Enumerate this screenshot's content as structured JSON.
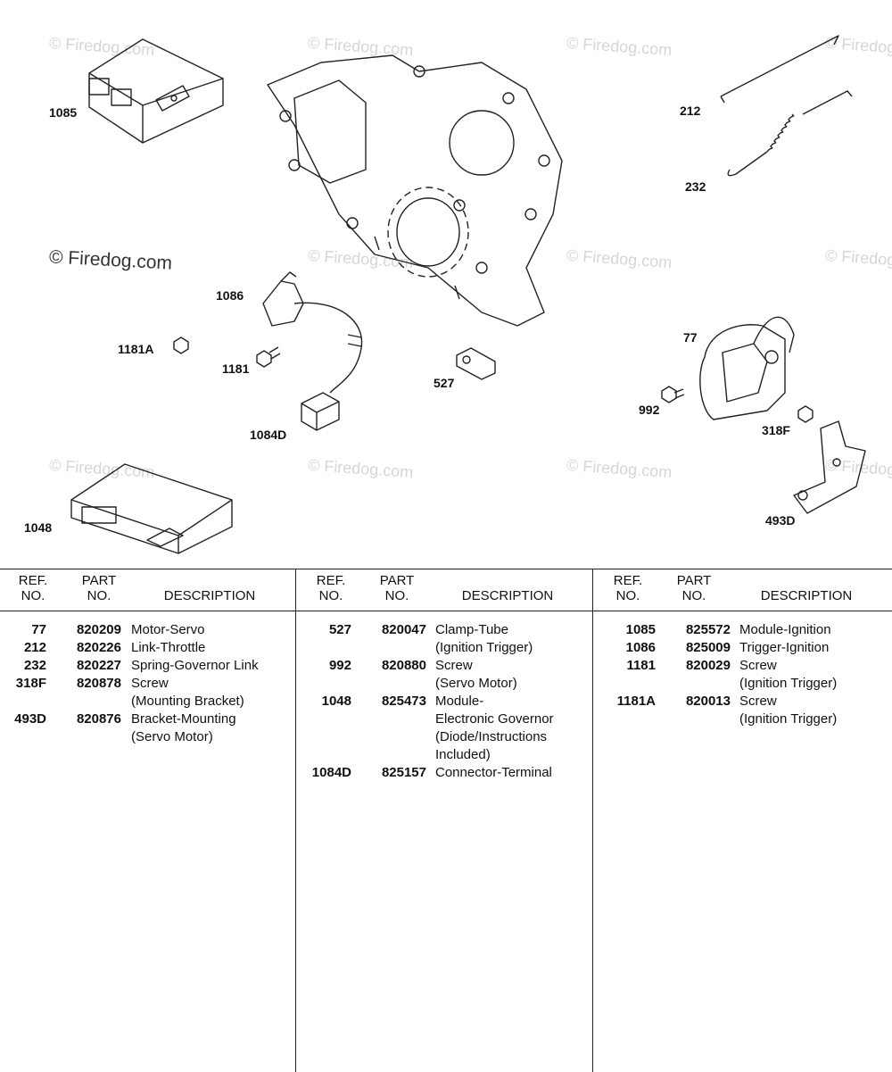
{
  "watermark": {
    "main": "© Firedog.com",
    "faint": "© Firedog.com"
  },
  "callouts": {
    "c1085": "1085",
    "c212": "212",
    "c232": "232",
    "c1086": "1086",
    "c1181A": "1181A",
    "c1181": "1181",
    "c527": "527",
    "c1084D": "1084D",
    "c77": "77",
    "c992": "992",
    "c318F": "318F",
    "c1048": "1048",
    "c493D": "493D"
  },
  "table": {
    "headers": {
      "ref": "REF.\nNO.",
      "part": "PART\nNO.",
      "desc": "DESCRIPTION"
    },
    "columns": [
      [
        {
          "ref": "77",
          "part": "820209",
          "desc": "Motor-Servo"
        },
        {
          "ref": "212",
          "part": "820226",
          "desc": "Link-Throttle"
        },
        {
          "ref": "232",
          "part": "820227",
          "desc": "Spring-Governor Link"
        },
        {
          "ref": "318F",
          "part": "820878",
          "desc": "Screw\n(Mounting Bracket)"
        },
        {
          "ref": "493D",
          "part": "820876",
          "desc": "Bracket-Mounting\n(Servo Motor)"
        }
      ],
      [
        {
          "ref": "527",
          "part": "820047",
          "desc": "Clamp-Tube\n(Ignition Trigger)"
        },
        {
          "ref": "992",
          "part": "820880",
          "desc": "Screw\n(Servo Motor)"
        },
        {
          "ref": "1048",
          "part": "825473",
          "desc": "Module-\nElectronic Governor\n(Diode/Instructions\nIncluded)"
        },
        {
          "ref": "1084D",
          "part": "825157",
          "desc": "Connector-Terminal"
        }
      ],
      [
        {
          "ref": "1085",
          "part": "825572",
          "desc": "Module-Ignition"
        },
        {
          "ref": "1086",
          "part": "825009",
          "desc": "Trigger-Ignition"
        },
        {
          "ref": "1181",
          "part": "820029",
          "desc": "Screw\n(Ignition Trigger)"
        },
        {
          "ref": "1181A",
          "part": "820013",
          "desc": "Screw\n(Ignition Trigger)"
        }
      ]
    ]
  }
}
